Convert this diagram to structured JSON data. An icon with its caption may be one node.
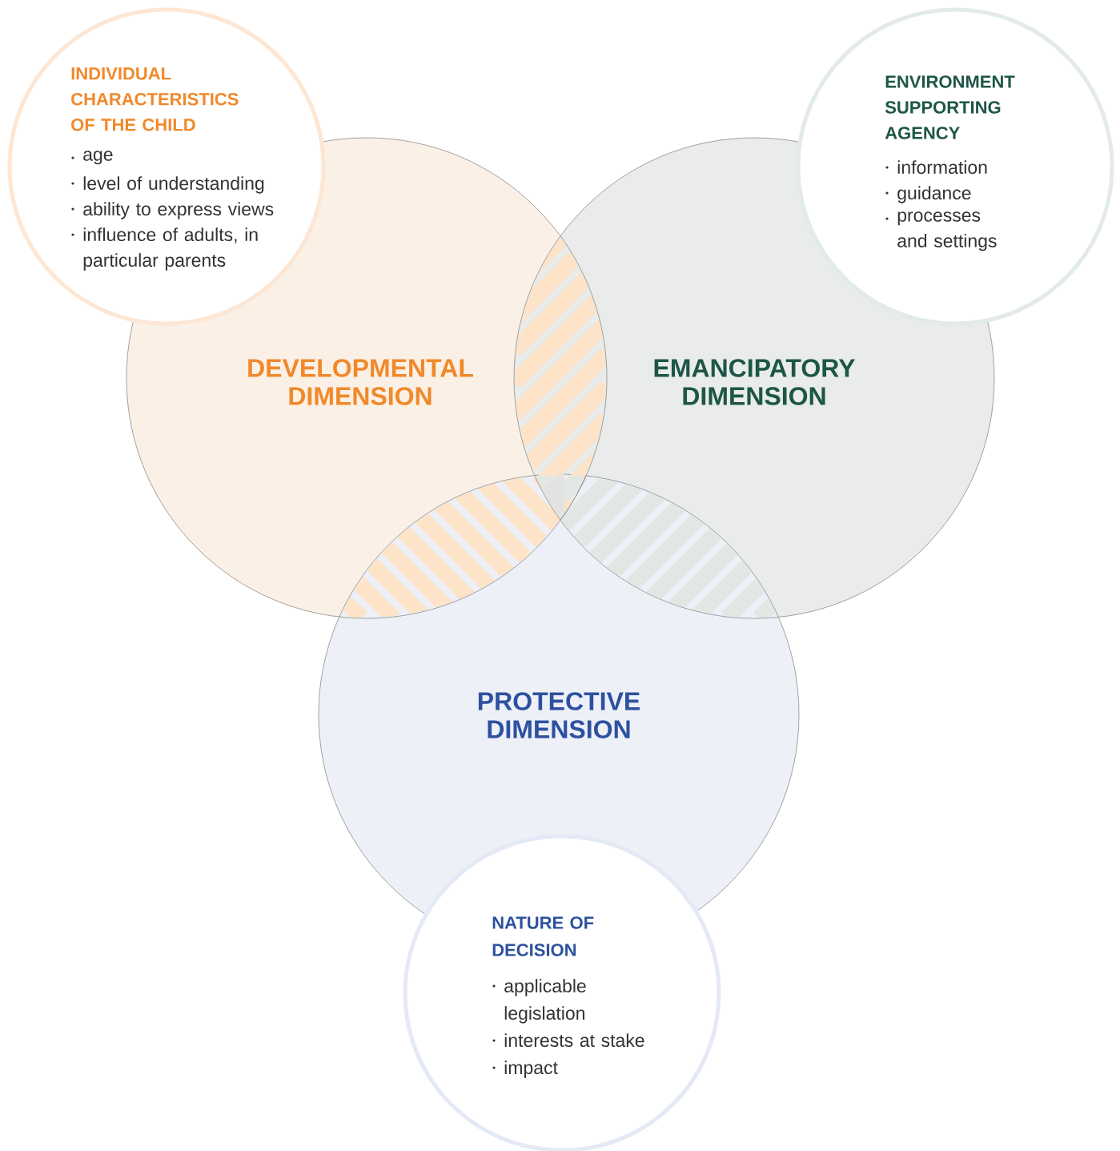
{
  "diagram": {
    "nodes": [
      {
        "text": [
          "INDIVIDUAL CHARACTERISTICS OF THE CHILD",
          "age",
          "level of understanding",
          "ability to express views",
          "influence of adults, in particular parents"
        ]
      },
      {
        "text": [
          "ENVIRONMENT SUPPORTING AGENCY",
          "information",
          "guidance",
          "processes and settings"
        ]
      },
      {
        "text": [
          "DEVELOPMENTAL DIMENSION"
        ]
      },
      {
        "text": [
          "EMANCIPATORY DIMENSION"
        ]
      },
      {
        "text": [
          "PROTECTIVE DIMENSION"
        ]
      },
      {
        "text": [
          "NATURE OF DECISION",
          "applicable legislation",
          "interests at stake",
          "impact"
        ]
      }
    ]
  }
}
